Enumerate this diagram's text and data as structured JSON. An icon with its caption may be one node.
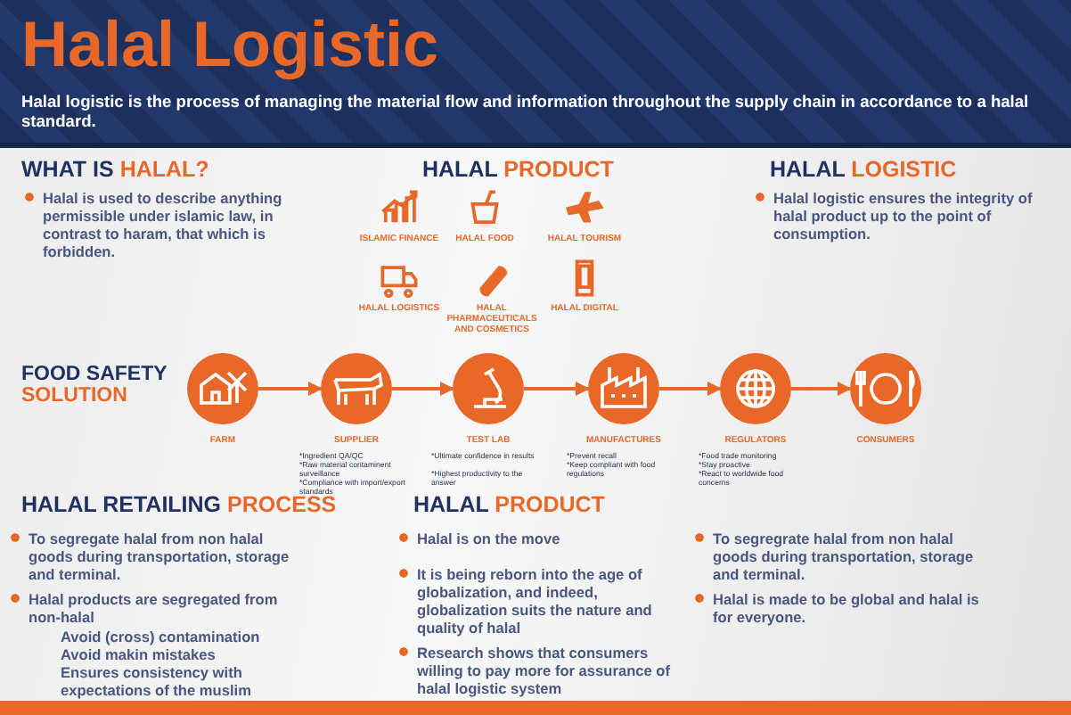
{
  "diagram": {
    "title": "Halal Logistic",
    "nodes": [
      {
        "text": [
          "FARM"
        ]
      },
      {
        "text": [
          "SUPPLIER"
        ],
        "beside": [
          "*Ingredient QA/QC",
          "*Raw material contaminent surveillance",
          "*Compliance with import/export standards"
        ]
      },
      {
        "text": [
          "TEST LAB"
        ],
        "beside": [
          "*Ultimate confidence in results",
          "*Highest productivity to the answer"
        ]
      },
      {
        "text": [
          "MANUFACTURES"
        ],
        "beside": [
          "*Prevent recall",
          "*Keep compliant with food regulations"
        ]
      },
      {
        "text": [
          "REGULATORS"
        ],
        "beside": [
          "*Food trade monitoring",
          "*Stay proactive",
          "*React to worldwide food concerns"
        ]
      },
      {
        "text": [
          "CONSUMERS"
        ]
      }
    ],
    "edges": [
      {
        "from": 0,
        "to": 1,
        "arrow": "to"
      },
      {
        "from": 1,
        "to": 2,
        "arrow": "to"
      },
      {
        "from": 2,
        "to": 3,
        "arrow": "to"
      },
      {
        "from": 3,
        "to": 4,
        "arrow": "to"
      },
      {
        "from": 4,
        "to": 5,
        "arrow": "to"
      }
    ],
    "labels": [
      "Halal logistic is the process of managing the material flow and information throughout the supply chain in accordance to a halal standard.",
      "WHAT IS HALAL?",
      "Halal is used to describe anything permissible under islamic law, in contrast to haram, that which is forbidden.",
      "HALAL PRODUCT",
      "ISLAMIC FINANCE",
      "HALAL FOOD",
      "HALAL TOURISM",
      "HALAL LOGISTICS",
      "HALAL PHARMACEUTICALS AND COSMETICS",
      "HALAL DIGITAL",
      "HALAL LOGISTIC",
      "Halal logistic ensures the integrity of halal product up to the point of consumption.",
      "FOOD SAFETY SOLUTION",
      "HALAL RETAILING PROCESS",
      "To segregate halal from non halal goods during transportation, storage and terminal.",
      "Halal products are segregated from non-halal",
      "Avoid (cross) contamination",
      "Avoid makin mistakes",
      "Ensures consistency with expectations of the muslim",
      "HALAL PRODUCT",
      "Halal is on the move",
      "It is being reborn into the age of globalization, and indeed, globalization suits the nature and quality of halal",
      "Research shows that consumers willing to pay more for assurance of halal logistic system",
      "To segregrate halal from non halal goods during transportation, storage and terminal.",
      "Halal is made to be global and halal is for everyone."
    ]
  }
}
